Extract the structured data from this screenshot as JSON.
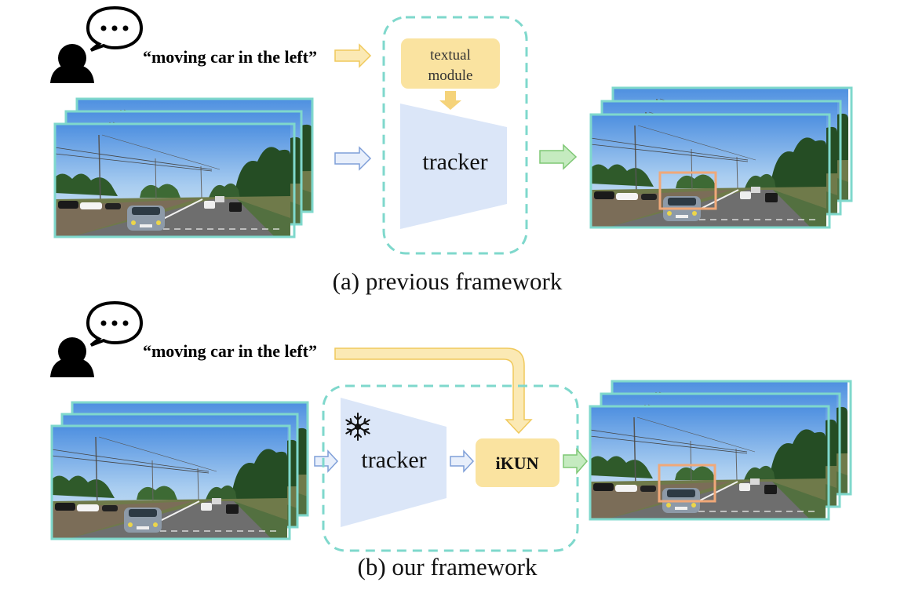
{
  "panel_a": {
    "caption": "(a) previous framework",
    "query": "“moving car in the left”",
    "textual_module_line1": "textual",
    "textual_module_line2": "module",
    "tracker_label": "tracker"
  },
  "panel_b": {
    "caption": "(b) our framework",
    "query": "“moving car in the left”",
    "tracker_label": "tracker",
    "ikun_label": "iKUN",
    "frozen_icon": "snowflake-icon"
  },
  "icons": {
    "user": "user-icon",
    "speech": "speech-bubble-icon"
  },
  "colors": {
    "frame_border": "#7fd8cc",
    "dashed_border": "#7fd8cc",
    "textual_module_fill": "#fae3a0",
    "ikun_fill": "#fae3a0",
    "tracker_fill": "#dbe6f8",
    "yellow_arrow": "#f5d37a",
    "blue_arrow": "#a9c0ea",
    "green_arrow": "#a8e0a0",
    "result_box": "#f0a878"
  }
}
